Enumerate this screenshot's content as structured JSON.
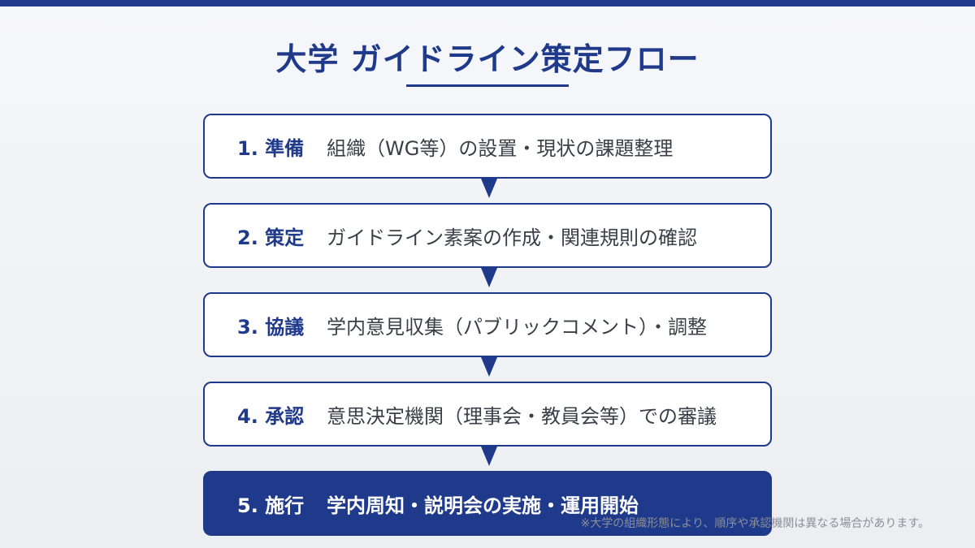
{
  "title": "大学 ガイドライン策定フロー",
  "steps": [
    {
      "label": "1. 準備",
      "desc": "組織（WG等）の設置・現状の課題整理",
      "active": false
    },
    {
      "label": "2. 策定",
      "desc": "ガイドライン素案の作成・関連規則の確認",
      "active": false
    },
    {
      "label": "3. 協議",
      "desc": "学内意見収集（パブリックコメント）・調整",
      "active": false
    },
    {
      "label": "4. 承認",
      "desc": "意思決定機関（理事会・教員会等）での審議",
      "active": false
    },
    {
      "label": "5. 施行",
      "desc": "学内周知・説明会の実施・運用開始",
      "active": true
    }
  ],
  "footnote": "※大学の組織形態により、順序や承認機関は異なる場合があります。",
  "colors": {
    "primary": "#1f3a8a",
    "text": "#3a3f48",
    "muted": "#8a8f98",
    "background": "#f3f4f7"
  }
}
